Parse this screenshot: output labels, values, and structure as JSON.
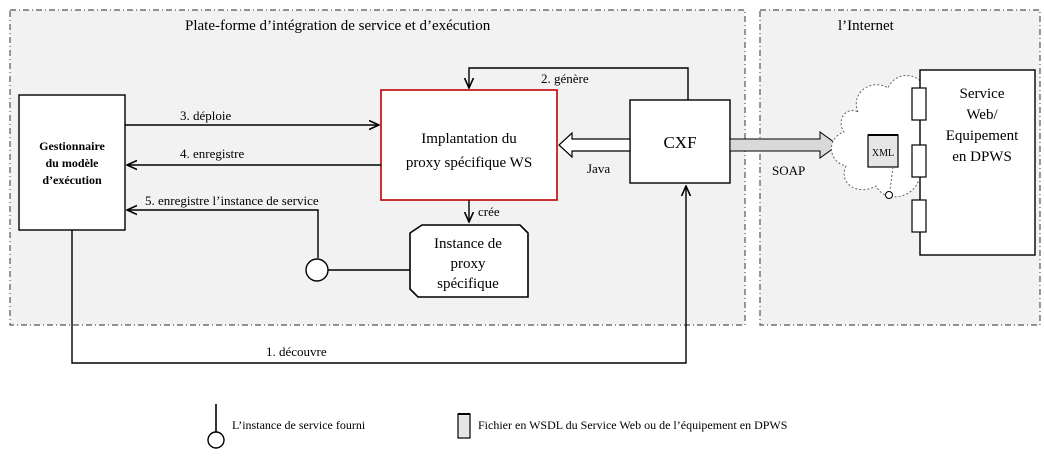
{
  "regions": {
    "platform_title": "Plate-forme  d’intégration de service et d’exécution",
    "internet_title": "l’Internet"
  },
  "nodes": {
    "manager": [
      "Gestionnaire",
      "du modèle",
      "d’exécution"
    ],
    "proxy_impl": [
      "Implantation du",
      "proxy spécifique WS"
    ],
    "cxf": "CXF",
    "proxy_instance": [
      "Instance de",
      "proxy",
      "spécifique"
    ],
    "web_service": [
      "Service",
      "Web/",
      "Equipement",
      "en DPWS"
    ]
  },
  "edges": {
    "deploy": "3. déploie",
    "register": "4. enregistre",
    "register_instance": "5. enregistre l’instance de service",
    "generate": "2. génère",
    "java": "Java",
    "create": "crée",
    "soap": "SOAP",
    "discover": "1. découvre",
    "xml": "XML"
  },
  "legend": {
    "service_instance": "L’instance de service fourni",
    "wsdl_file": "Fichier  en WSDL du Service Web ou de l’équipement en DPWS"
  },
  "colors": {
    "region_fill": "#f2f2f2",
    "proxy_border": "#c00000",
    "arrow_fill": "#d9d9d9"
  }
}
